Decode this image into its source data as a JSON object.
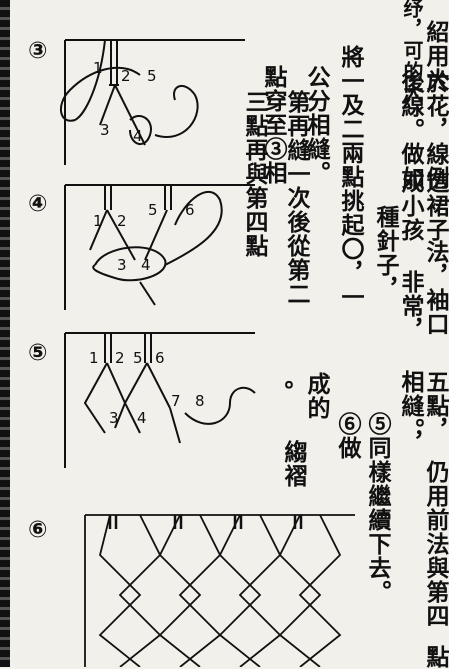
{
  "steps": {
    "s3": "③",
    "s4": "④",
    "s5": "⑤",
    "s6": "⑥"
  },
  "fig_labels": {
    "f3": [
      "1",
      "2",
      "5",
      "3",
      "4"
    ],
    "f4": [
      "1",
      "2",
      "5",
      "6",
      "3",
      "4"
    ],
    "f5": [
      "1",
      "2",
      "5",
      "6",
      "3",
      "4",
      "7",
      "8"
    ]
  },
  "text_columns": [
    "纾，可的大",
    "紹用大",
    "於花，線例",
    "後線。做如",
    "成小孩",
    "這裙子",
    "種針子，",
    "法，袖口",
    "非常，",
    "將一及二兩點挑起〇，一",
    "公分相縫。",
    "點穿至③相",
    "第再縫一次後從第二",
    "三點再與第四點",
    "五點，",
    "相縫。，",
    "⑤同樣繼續下去。",
    "⑥做",
    "成的",
    "縐褶",
    "。",
    "仍用前法與第四",
    "點"
  ]
}
